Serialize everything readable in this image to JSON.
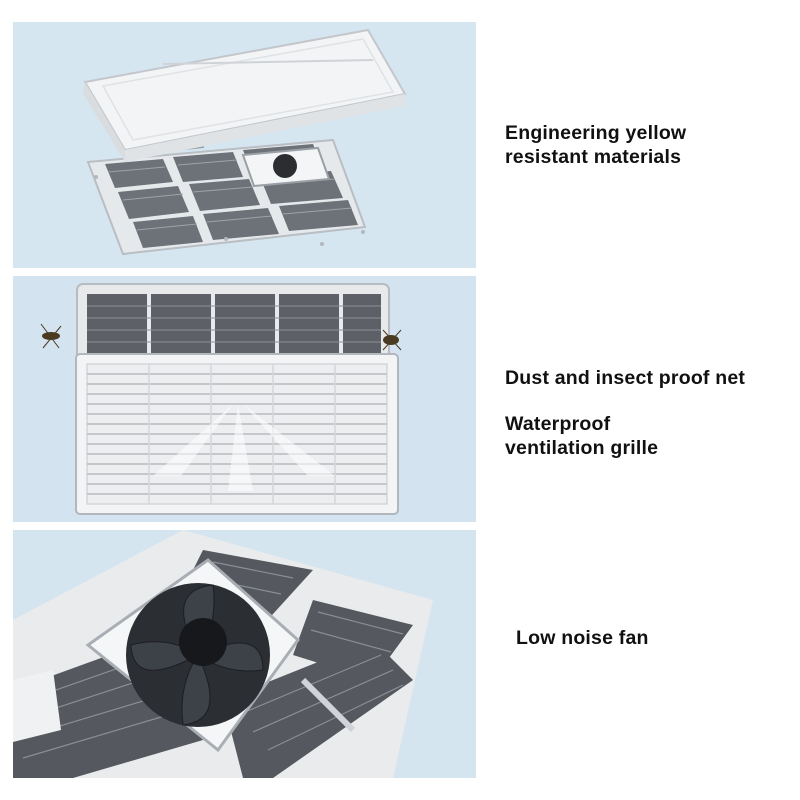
{
  "features": [
    {
      "lines": [
        "Engineering yellow",
        "resistant materials"
      ],
      "icon": "roof-vent-exploded-image"
    },
    {
      "lines": [
        "Dust and insect proof net"
      ],
      "icon": "insect-net-grille-image"
    },
    {
      "lines": [
        "Waterproof",
        "ventilation grille"
      ],
      "icon": "insect-net-grille-image"
    },
    {
      "lines": [
        "Low noise fan"
      ],
      "icon": "fan-closeup-image"
    }
  ],
  "colors": {
    "panel_background": "#d6e6f1",
    "vent_body": "#eef0f1",
    "vent_shadow": "#c9cdd1",
    "mesh": "#5d6066",
    "caption_text": "#111111"
  }
}
